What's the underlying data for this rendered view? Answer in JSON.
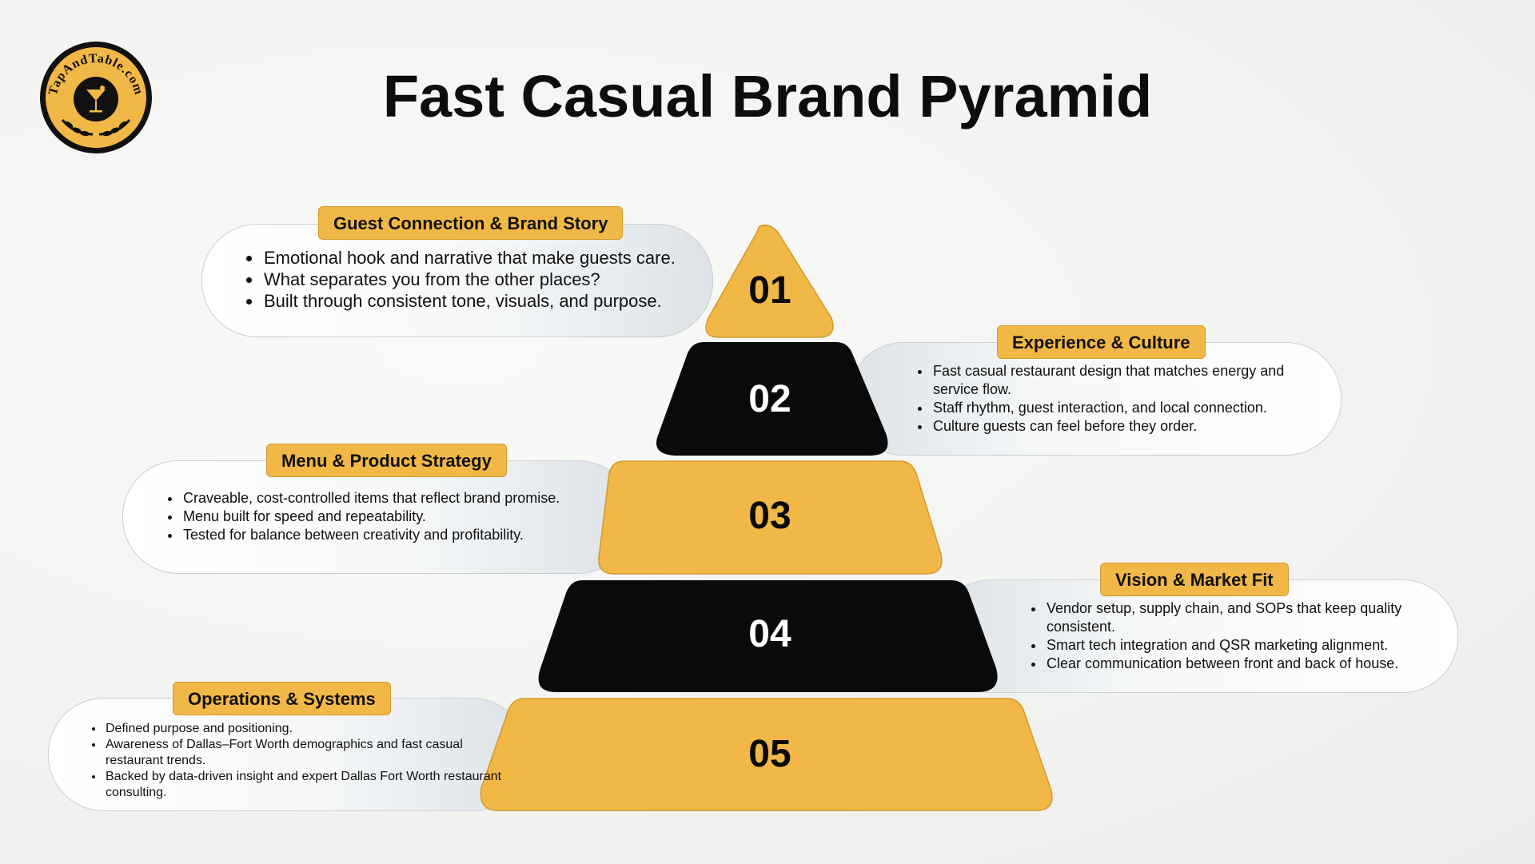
{
  "title": "Fast Casual Brand Pyramid",
  "logo": {
    "text": "TapAndTable.com",
    "colors": {
      "ring": "#111111",
      "fill": "#f2b847"
    }
  },
  "colors": {
    "gold": "#f2b847",
    "black": "#0a0a0a",
    "pill_border": "#c9cfd3"
  },
  "levels": [
    {
      "number": "01",
      "label": "Guest Connection & Brand Story",
      "bullets": [
        "Emotional hook and narrative that make guests care.",
        "What separates you from the other places?",
        "Built through consistent tone, visuals, and purpose."
      ]
    },
    {
      "number": "02",
      "label": "Experience & Culture",
      "bullets": [
        "Fast casual restaurant design that matches energy and service flow.",
        "Staff rhythm, guest interaction, and local connection.",
        "Culture guests can feel before they order."
      ]
    },
    {
      "number": "03",
      "label": "Menu & Product Strategy",
      "bullets": [
        "Craveable, cost-controlled items that reflect brand promise.",
        "Menu built for speed and repeatability.",
        "Tested for balance between creativity and profitability."
      ]
    },
    {
      "number": "04",
      "label": "Vision & Market Fit",
      "bullets": [
        "Vendor setup, supply chain, and SOPs that keep quality consistent.",
        "Smart tech integration and QSR marketing alignment.",
        "Clear communication between front and back of house."
      ]
    },
    {
      "number": "05",
      "label": "Operations & Systems",
      "bullets": [
        "Defined purpose and positioning.",
        "Awareness of Dallas–Fort Worth demographics and fast casual restaurant trends.",
        "Backed by data-driven insight and expert Dallas Fort Worth restaurant consulting."
      ]
    }
  ]
}
